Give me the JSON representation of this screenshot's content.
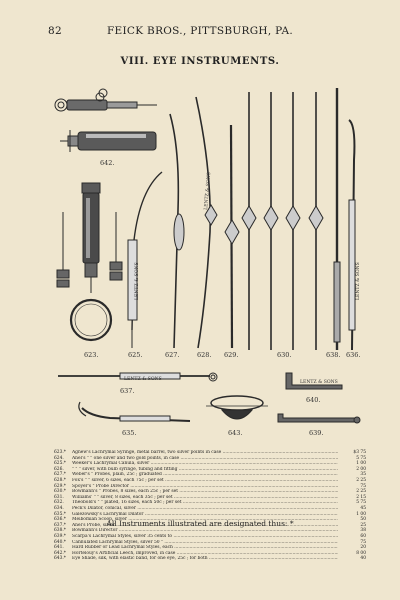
{
  "header": {
    "page_number": "82",
    "firm": "FEICK BROS., PITTSBURGH, PA."
  },
  "section_title": "VIII.  EYE INSTRUMENTS.",
  "figure_labels": {
    "f642": "642.",
    "f623": "623.",
    "f625": "625.",
    "f627": "627.",
    "f628": "628.",
    "f629": "629.",
    "f630": "630.",
    "f638": "638.",
    "f636": "636.",
    "f637": "637.",
    "f640": "640.",
    "f635": "635.",
    "f643": "643.",
    "f639": "639."
  },
  "engraved_marks": {
    "m1": "LENTZ & SONS",
    "m2": "LENTZ & SONS",
    "m3": "LENTZ & SONS",
    "m4": "LENTZ & SONS",
    "m5": "LENTZ & SONS"
  },
  "items": [
    {
      "num": "623.*",
      "desc": "Agnew's Lachrymal Syringe, metal barrel, two silver points in case",
      "price": "$3 75"
    },
    {
      "num": "624.",
      "desc": "Anel's       \"        \"      one silver and two gold points, in case",
      "price": "5 75"
    },
    {
      "num": "625.*",
      "desc": "Weeker's Lachrymal Canula, silver",
      "price": "1 00"
    },
    {
      "num": "626.",
      "desc": "   \"        \"        \"     silver, with bulb syringe, tubing and fitting",
      "price": "2 00"
    },
    {
      "num": "627.*",
      "desc": "Weber's        \"      Probes, plain, 25c ; graduated",
      "price": "35"
    },
    {
      "num": "628.*",
      "desc": "Fox's           \"         \"     silver, 6 sizes, each 75c ; per set",
      "price": "2 25"
    },
    {
      "num": "629.*",
      "desc": "Spoyer's        \"      Probe Director",
      "price": "75"
    },
    {
      "num": "630.*",
      "desc": "Bowmann's      \"      Probes, 8 sizes, each 25c ; per set",
      "price": "2 25"
    },
    {
      "num": "631.",
      "desc": "Williams'        \"        \"     silver, 8 sizes, each 35c ; per set",
      "price": "2 15"
    },
    {
      "num": "632.",
      "desc": "Theobold's       \"        \"     plated, 16 sizes, each 50c ; per set",
      "price": "5 75"
    },
    {
      "num": "634.",
      "desc": "Peck's Dilator, conical, silver",
      "price": "45"
    },
    {
      "num": "635.*",
      "desc": "Galezowsky's Lachrymal Dilator",
      "price": "1 00"
    },
    {
      "num": "636.*",
      "desc": "Meibomian Scoop, silver",
      "price": "50"
    },
    {
      "num": "637.*",
      "desc": "Anel's Probe, silver",
      "price": "25"
    },
    {
      "num": "638.*",
      "desc": "Bowmann's Director",
      "price": "38"
    },
    {
      "num": "639.*",
      "desc": "Scarpa's Lachrymal Styles, silver                                                                 35 cents to",
      "price": "60"
    },
    {
      "num": "640.*",
      "desc": "Cannulated Lachrymal Styles, silver                                                               50    \"",
      "price": "75"
    },
    {
      "num": "641.",
      "desc": "Hard Rubber or Lead Lachrymal Styles, each",
      "price": "20"
    },
    {
      "num": "642.*",
      "desc": "Hortelouy's Artificial Leech, improved, in case",
      "price": "8 00"
    },
    {
      "num": "643.*",
      "desc": "Eye Shade, silk, with elastic band, for one eye, 25c ; for both",
      "price": "40"
    }
  ],
  "footer_note": "All Instruments illustrated are designated thus: *",
  "ink_color": "#2a2a2a",
  "paper_color": "#efe6cf"
}
